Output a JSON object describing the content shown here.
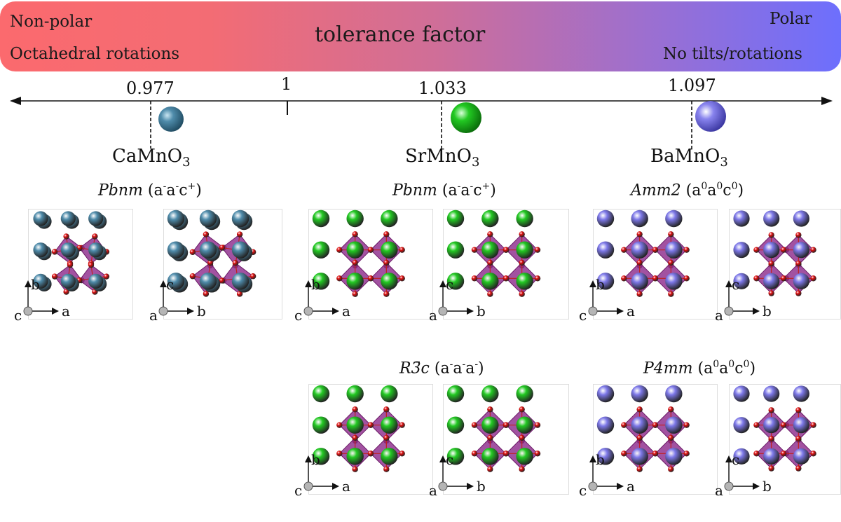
{
  "banner": {
    "left_top": "Non-polar",
    "left_bottom": "Octahedral rotations",
    "center": "tolerance factor",
    "right_top": "Polar",
    "right_bottom": "No tilts/rotations"
  },
  "scale": {
    "ticks": [
      {
        "value": "0.977"
      },
      {
        "value": "1"
      },
      {
        "value": "1.033"
      },
      {
        "value": "1.097"
      }
    ]
  },
  "compounds": [
    {
      "elem": "CaMn",
      "o": "O",
      "sub": "3",
      "color": "#4f8cab"
    },
    {
      "elem": "SrMn",
      "o": "O",
      "sub": "3",
      "color": "#22c922"
    },
    {
      "elem": "BaMn",
      "o": "O",
      "sub": "3",
      "color": "#7d78e8"
    }
  ],
  "space_groups": [
    {
      "group": "Pbnm",
      "tilt": "(a",
      "t1": "-",
      "mid1": "a",
      "t2": "-",
      "mid2": "c",
      "t3": "+",
      "end": ")"
    },
    {
      "group": "Pbnm",
      "tilt": "(a",
      "t1": "-",
      "mid1": "a",
      "t2": "-",
      "mid2": "c",
      "t3": "+",
      "end": ")"
    },
    {
      "group": "Amm2",
      "tilt": "(a",
      "t1": "0",
      "mid1": "a",
      "t2": "0",
      "mid2": "c",
      "t3": "0",
      "end": ")"
    },
    {
      "group": "R3̄c",
      "tilt": "(a",
      "t1": "-",
      "mid1": "a",
      "t2": "-",
      "mid2": "a",
      "t3": "-",
      "end": ")"
    },
    {
      "group": "P4mm",
      "tilt": "(a",
      "t1": "0",
      "mid1": "a",
      "t2": "0",
      "mid2": "c",
      "t3": "0",
      "end": ")"
    }
  ],
  "axes_labels": {
    "view1": {
      "origin": "c",
      "x": "a",
      "y": "b"
    },
    "view2": {
      "origin": "a",
      "x": "b",
      "y": "c"
    }
  },
  "colors": {
    "octahedron": "#8e2c8c",
    "oxygen": "#e01010",
    "axis_origin": "#b5b5b5"
  }
}
